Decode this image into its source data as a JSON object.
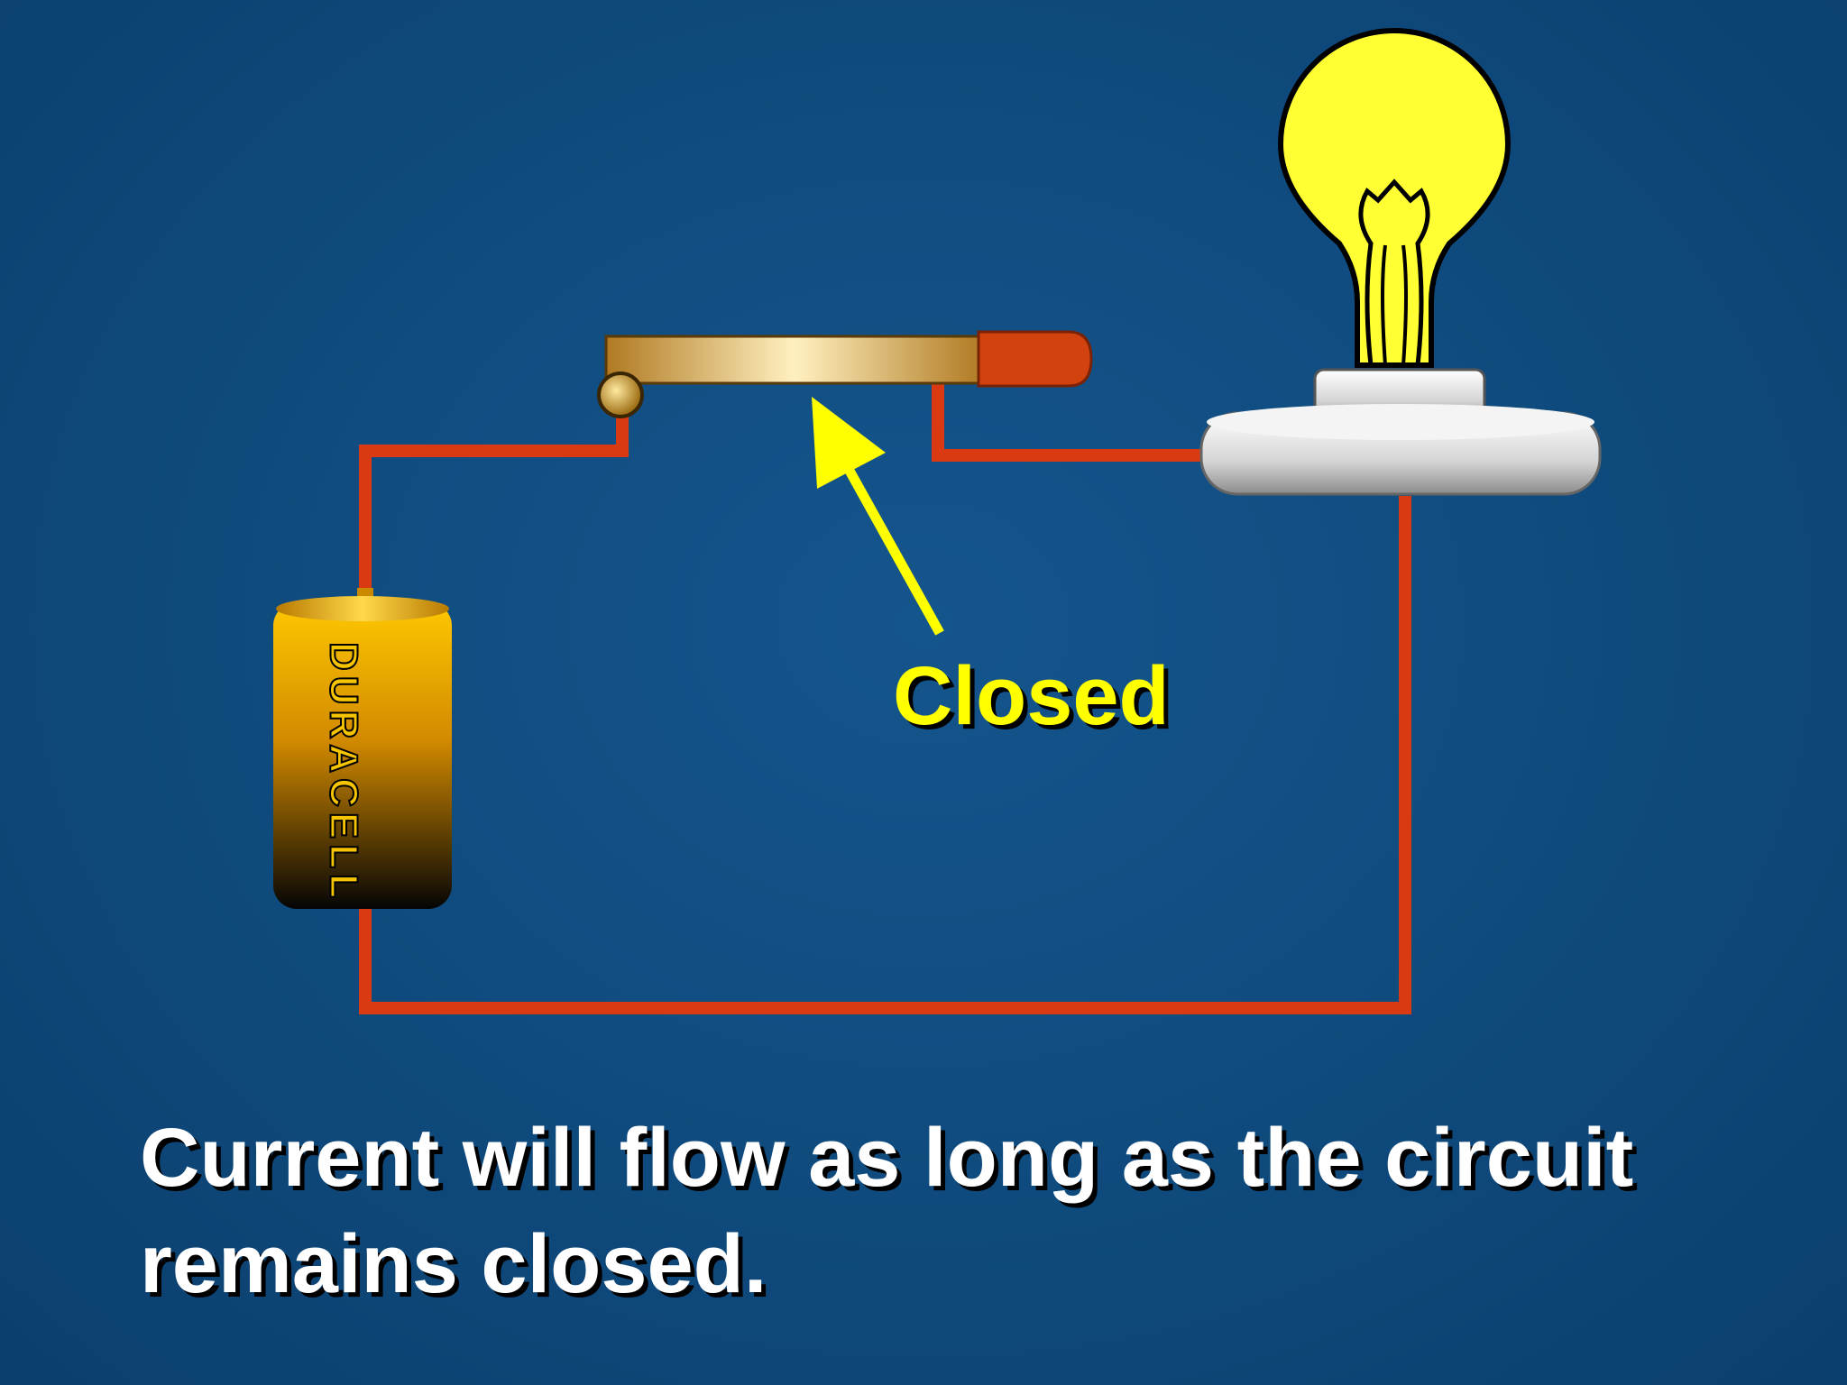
{
  "diagram": {
    "battery_brand": "DURACELL",
    "switch_state_label": "Closed",
    "caption": "Current will flow as long as the circuit remains closed."
  },
  "colors": {
    "background": "#0f4a7d",
    "wire": "#d93a12",
    "bulb_glass": "#ffff33",
    "arrow_and_label": "#ffff00",
    "caption_text": "#ffffff",
    "battery_top": "#f2b300",
    "battery_bottom": "#000000",
    "switch_bar": "#c99a3a",
    "socket_base": "#d9d9d9"
  },
  "icons": {
    "battery": "battery-icon",
    "bulb": "light-bulb-icon",
    "switch": "knife-switch-icon",
    "arrow": "pointer-arrow-icon"
  }
}
